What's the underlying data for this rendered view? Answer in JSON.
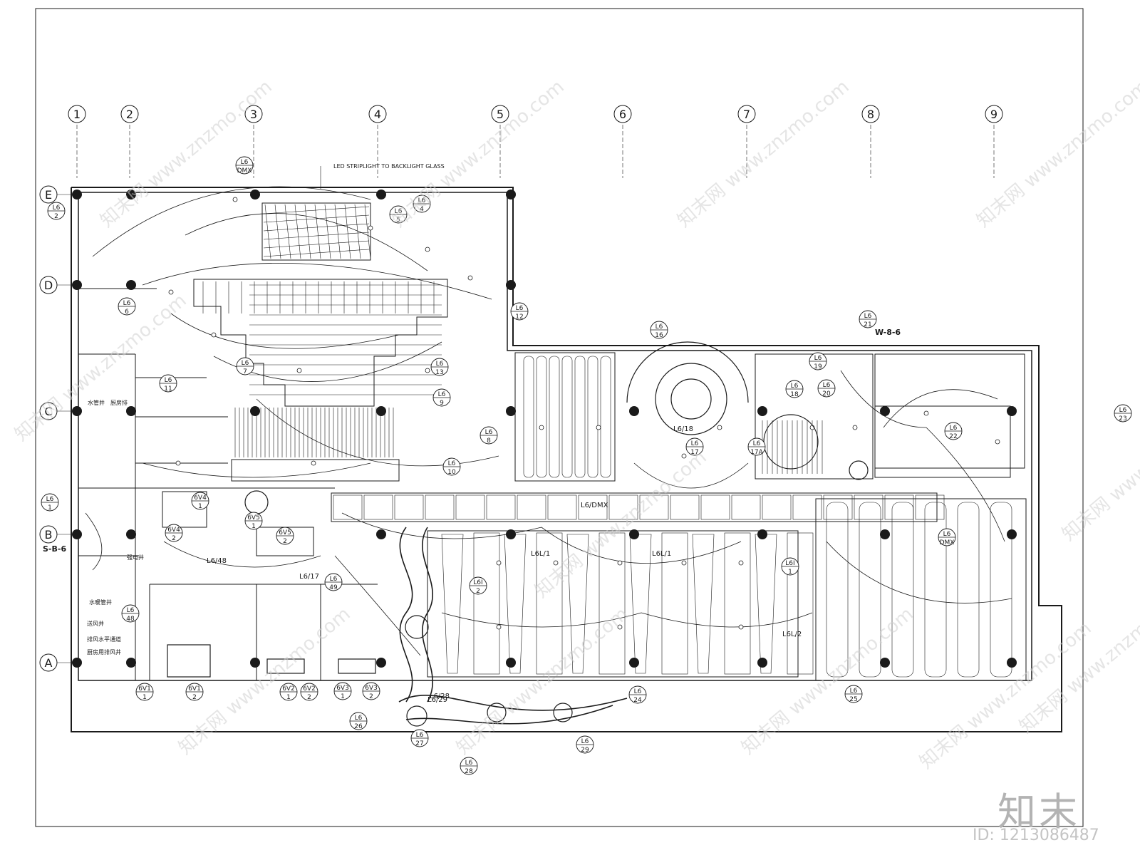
{
  "drawing": {
    "note_text": "LED STRIPLIGHT TO BACKLIGHT GLASS",
    "grid_columns": [
      "1",
      "2",
      "3",
      "4",
      "5",
      "6",
      "7",
      "8",
      "9"
    ],
    "grid_rows": [
      "E",
      "D",
      "C",
      "B",
      "A"
    ],
    "section_marks": [
      "S-B-6",
      "W-8-6"
    ],
    "tags": [
      {
        "top": "L6",
        "bottom": "DMX"
      },
      {
        "top": "L6",
        "bottom": "2"
      },
      {
        "top": "L6",
        "bottom": "4"
      },
      {
        "top": "L6",
        "bottom": "5"
      },
      {
        "top": "L6",
        "bottom": "6"
      },
      {
        "top": "L6",
        "bottom": "7"
      },
      {
        "top": "L6",
        "bottom": "8"
      },
      {
        "top": "L6",
        "bottom": "9"
      },
      {
        "top": "L6",
        "bottom": "10"
      },
      {
        "top": "L6",
        "bottom": "11"
      },
      {
        "top": "L6",
        "bottom": "12"
      },
      {
        "top": "L6",
        "bottom": "13"
      },
      {
        "top": "L6",
        "bottom": "16"
      },
      {
        "top": "L6",
        "bottom": "17"
      },
      {
        "top": "L6",
        "bottom": "17A"
      },
      {
        "top": "L6",
        "bottom": "18"
      },
      {
        "top": "L6",
        "bottom": "19"
      },
      {
        "top": "L6",
        "bottom": "20"
      },
      {
        "top": "L6",
        "bottom": "21"
      },
      {
        "top": "L6",
        "bottom": "22"
      },
      {
        "top": "L6",
        "bottom": "23"
      },
      {
        "top": "L6",
        "bottom": "24"
      },
      {
        "top": "L6",
        "bottom": "25"
      },
      {
        "top": "L6",
        "bottom": "26"
      },
      {
        "top": "L6",
        "bottom": "27"
      },
      {
        "top": "L6",
        "bottom": "28"
      },
      {
        "top": "L6",
        "bottom": "29"
      },
      {
        "top": "L6",
        "bottom": "48"
      },
      {
        "top": "L6",
        "bottom": "49"
      },
      {
        "top": "L6",
        "bottom": "1"
      },
      {
        "top": "L6I",
        "bottom": "1"
      },
      {
        "top": "L6I",
        "bottom": "2"
      },
      {
        "top": "6V1",
        "bottom": "1"
      },
      {
        "top": "6V1",
        "bottom": "2"
      },
      {
        "top": "6V2",
        "bottom": "1"
      },
      {
        "top": "6V2",
        "bottom": "2"
      },
      {
        "top": "6V3",
        "bottom": "1"
      },
      {
        "top": "6V3",
        "bottom": "2"
      },
      {
        "top": "6V4",
        "bottom": "1"
      },
      {
        "top": "6V4",
        "bottom": "2"
      },
      {
        "top": "6V5",
        "bottom": "1"
      },
      {
        "top": "6V5",
        "bottom": "2"
      },
      {
        "top": "L6",
        "bottom": "DMX"
      }
    ],
    "inline_labels": [
      "L6/18",
      "L6/DMX",
      "L6L/1",
      "L6L/1",
      "L6L/2",
      "L6/17",
      "L6/48",
      "L6/28",
      "L6/29"
    ],
    "room_labels": [
      "水管井",
      "厨房排",
      "强电井",
      "水暖管井",
      "送风井",
      "排风水平通道",
      "厨房用排风井"
    ],
    "line_color": "#1a1a1a"
  },
  "watermark": {
    "site": "www.znzmo.com",
    "brand_cn": "知末网",
    "brand_mark": "知末",
    "id_text": "ID: 1213086487"
  }
}
